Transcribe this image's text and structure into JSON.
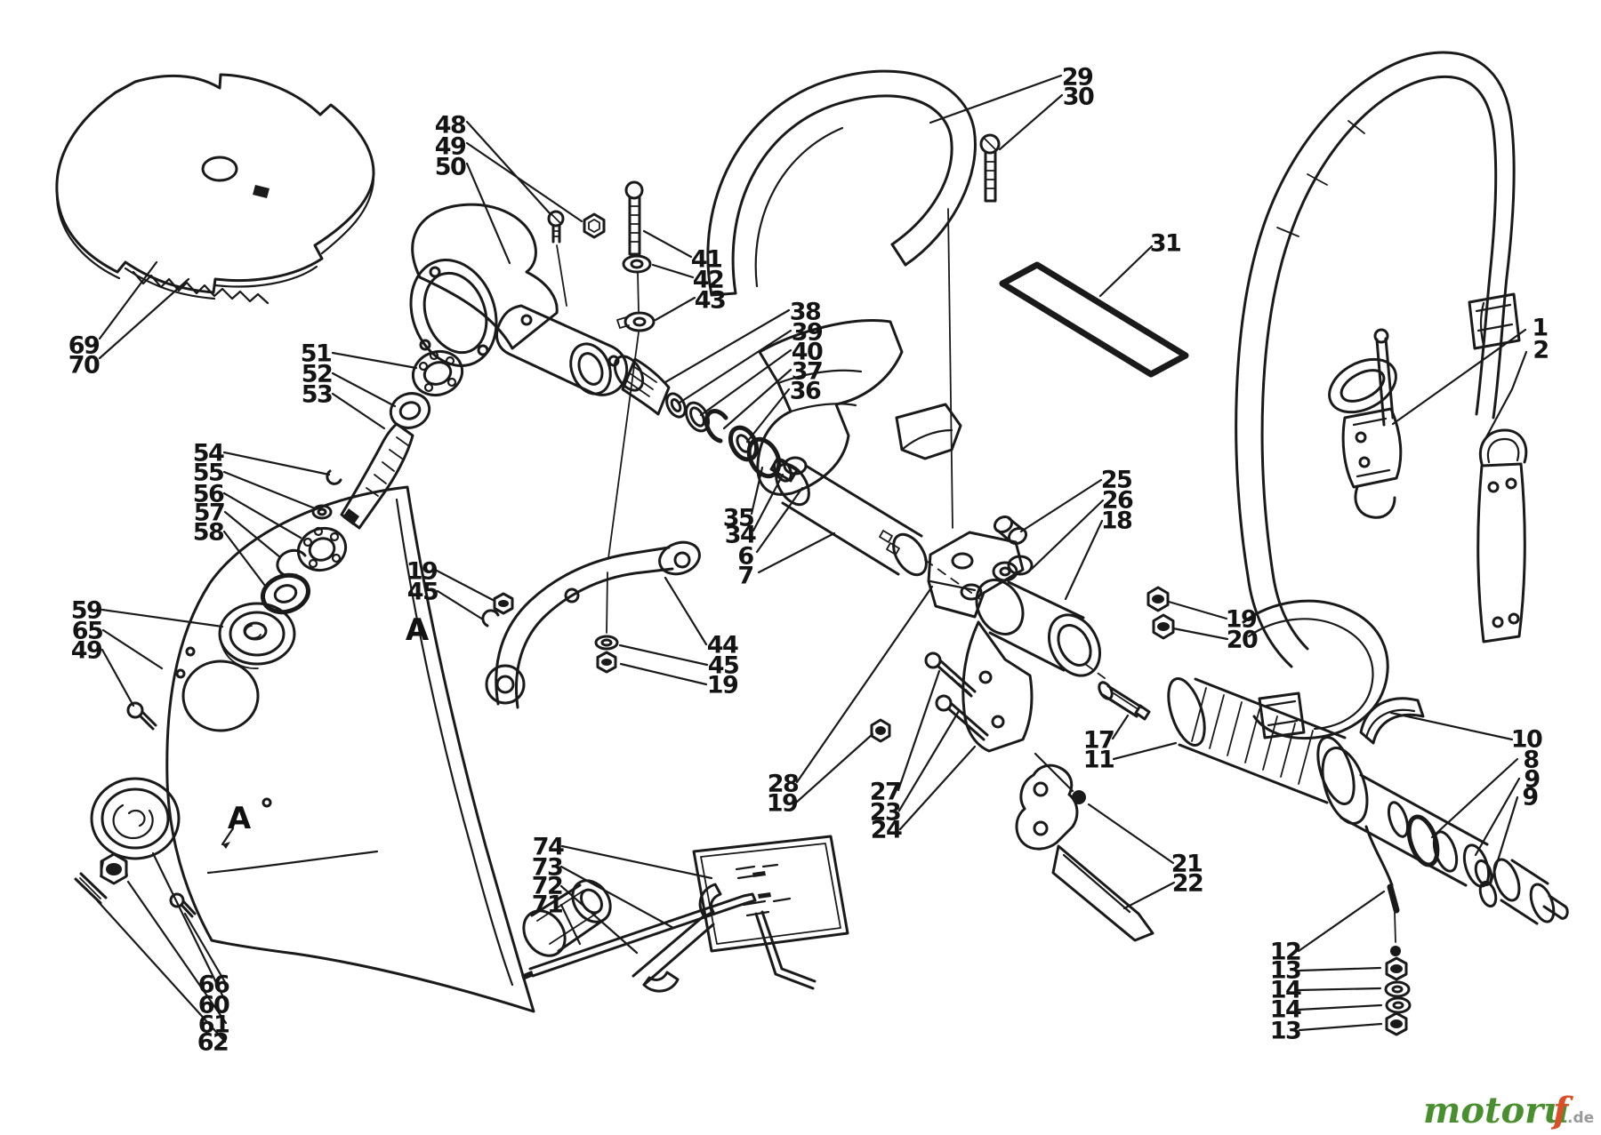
{
  "figure": {
    "type": "exploded-parts-diagram",
    "background": "#ffffff",
    "line_color": "#1a1a1a"
  },
  "watermark": {
    "brand_main": "motoru",
    "brand_f": "f",
    "suffix": ".de",
    "brand_color": "#4a8f2f",
    "f_color": "#d94f28",
    "suffix_color": "#9a9a9a"
  },
  "markers": [
    {
      "label": "A"
    },
    {
      "label": "A"
    }
  ],
  "callouts": [
    {
      "label": "69"
    },
    {
      "label": "70"
    },
    {
      "label": "48"
    },
    {
      "label": "49"
    },
    {
      "label": "50"
    },
    {
      "label": "41"
    },
    {
      "label": "42"
    },
    {
      "label": "43"
    },
    {
      "label": "29"
    },
    {
      "label": "30"
    },
    {
      "label": "31"
    },
    {
      "label": "38"
    },
    {
      "label": "39"
    },
    {
      "label": "40"
    },
    {
      "label": "37"
    },
    {
      "label": "36"
    },
    {
      "label": "1"
    },
    {
      "label": "2"
    },
    {
      "label": "51"
    },
    {
      "label": "52"
    },
    {
      "label": "53"
    },
    {
      "label": "54"
    },
    {
      "label": "55"
    },
    {
      "label": "56"
    },
    {
      "label": "57"
    },
    {
      "label": "58"
    },
    {
      "label": "19"
    },
    {
      "label": "45"
    },
    {
      "label": "59"
    },
    {
      "label": "65"
    },
    {
      "label": "49"
    },
    {
      "label": "44"
    },
    {
      "label": "45"
    },
    {
      "label": "19"
    },
    {
      "label": "35"
    },
    {
      "label": "34"
    },
    {
      "label": "6"
    },
    {
      "label": "7"
    },
    {
      "label": "25"
    },
    {
      "label": "26"
    },
    {
      "label": "18"
    },
    {
      "label": "19"
    },
    {
      "label": "20"
    },
    {
      "label": "17"
    },
    {
      "label": "11"
    },
    {
      "label": "10"
    },
    {
      "label": "8"
    },
    {
      "label": "9"
    },
    {
      "label": "9"
    },
    {
      "label": "28"
    },
    {
      "label": "19"
    },
    {
      "label": "27"
    },
    {
      "label": "23"
    },
    {
      "label": "24"
    },
    {
      "label": "21"
    },
    {
      "label": "22"
    },
    {
      "label": "74"
    },
    {
      "label": "73"
    },
    {
      "label": "72"
    },
    {
      "label": "71"
    },
    {
      "label": "66"
    },
    {
      "label": "60"
    },
    {
      "label": "61"
    },
    {
      "label": "62"
    },
    {
      "label": "12"
    },
    {
      "label": "13"
    },
    {
      "label": "14"
    },
    {
      "label": "14"
    },
    {
      "label": "13"
    }
  ]
}
